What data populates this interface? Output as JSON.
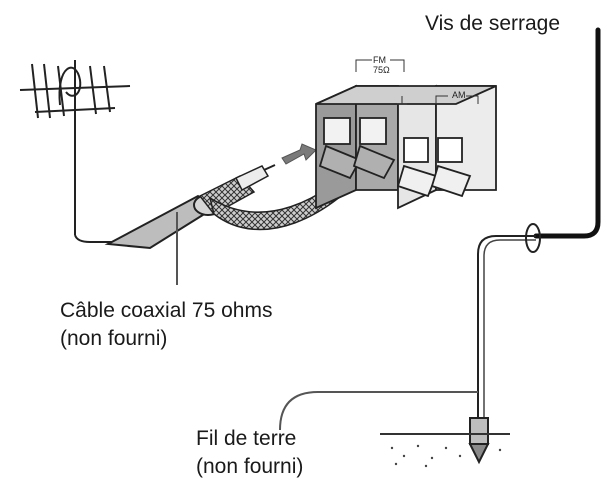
{
  "labels": {
    "clamp_screw": "Vis de serrage",
    "coax_cable_line1": "Câble coaxial 75 ohms",
    "coax_cable_line2": "(non fourni)",
    "ground_wire_line1": "Fil de terre",
    "ground_wire_line2": "(non fourni)"
  },
  "terminals": {
    "fm_label_line1": "FM",
    "fm_label_line2": "75Ω",
    "am_label": "AM"
  }
}
